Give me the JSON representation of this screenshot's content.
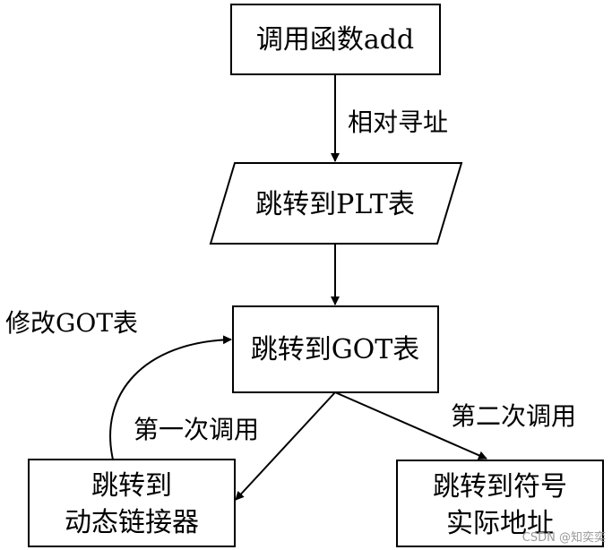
{
  "nodes": {
    "call_add": "调用函数add",
    "jump_plt": "跳转到PLT表",
    "jump_got": "跳转到GOT表",
    "dynamic_linker_line1": "跳转到",
    "dynamic_linker_line2": "动态链接器",
    "symbol_addr_line1": "跳转到符号",
    "symbol_addr_line2": "实际地址"
  },
  "edges": {
    "relative_addressing": "相对寻址",
    "modify_got": "修改GOT表",
    "first_call": "第一次调用",
    "second_call": "第二次调用"
  },
  "watermark": "CSDN @知奕奕"
}
